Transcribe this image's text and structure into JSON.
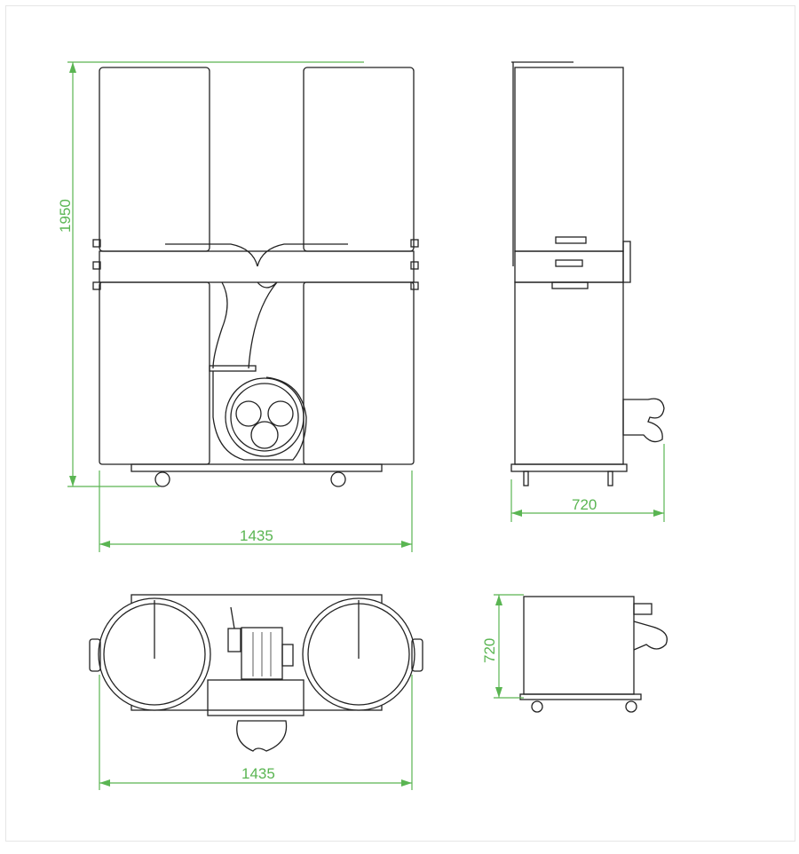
{
  "dimensions": {
    "front_height": "1950",
    "front_width": "1435",
    "side_depth": "720",
    "top_width": "1435",
    "top_depth": "720"
  },
  "colors": {
    "dimension": "#5ab552",
    "line": "#222222"
  }
}
